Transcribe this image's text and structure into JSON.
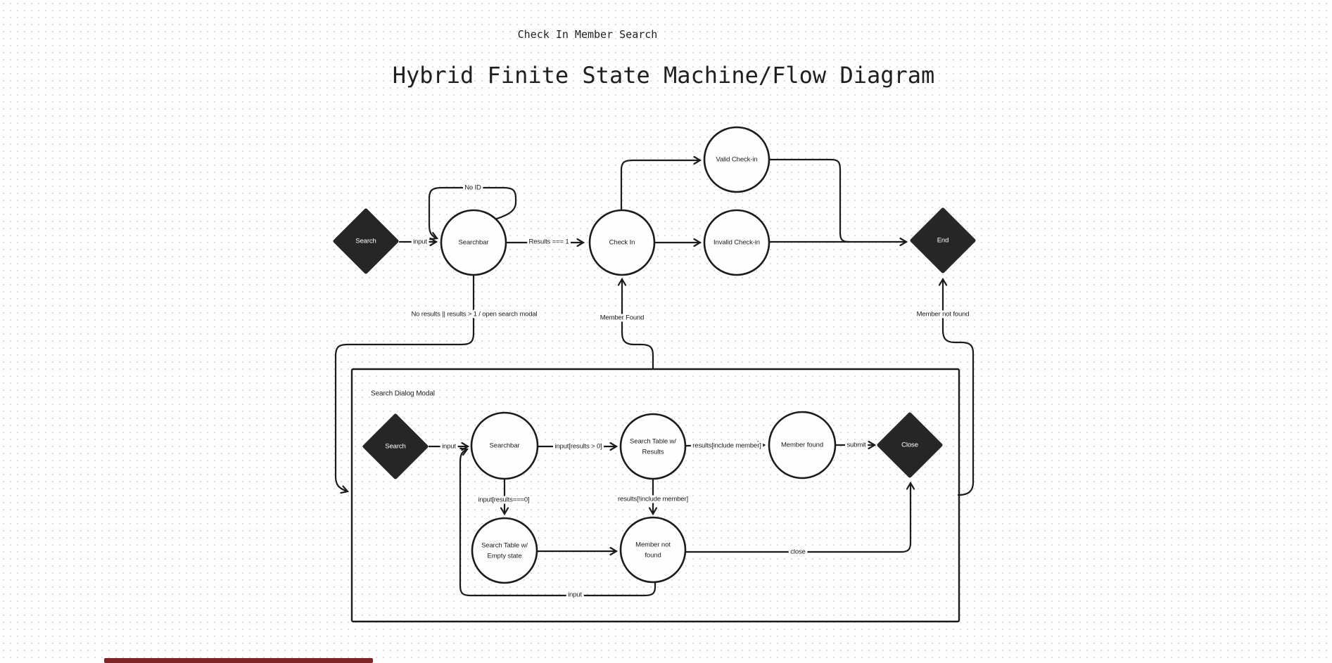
{
  "titles": {
    "header": "Check In Member Search",
    "subheader": "Hybrid Finite State Machine/Flow Diagram"
  },
  "main": {
    "nodes": {
      "start": "Search",
      "searchbar": "Searchbar",
      "check_in": "Check In",
      "valid": "Valid Check-in",
      "invalid": "Invalid Check-in",
      "end": "End"
    },
    "edges": {
      "input": "input",
      "no_id": "No ID",
      "results_one": "Results === 1",
      "member_found": "Member Found",
      "open_modal": "No results || results > 1 / open search modal",
      "member_not_found": "Member not found"
    }
  },
  "modal": {
    "title": "Search Dialog Modal",
    "nodes": {
      "start": "Search",
      "searchbar": "Searchbar",
      "table_results_1": "Search Table w/",
      "table_results_2": "Results",
      "member_found": "Member found",
      "close": "Close",
      "table_empty_1": "Search Table w/",
      "table_empty_2": "Empty state",
      "not_found_1": "Member not",
      "not_found_2": "found"
    },
    "edges": {
      "input": "input",
      "results_gt_zero": "input[results > 0]",
      "include_member": "results[include member]",
      "submit": "submit",
      "results_zero": "input[results===0]",
      "not_include_member": "results[!include member]",
      "input_loop": "input",
      "close": "close"
    }
  },
  "colors": {
    "canvas_bg": "#fefefe",
    "grid_dot": "#dcdcdc",
    "stroke": "#1b1b1b",
    "dark_node_fill": "#262626",
    "dark_node_text": "#ffffff",
    "bottom_bar": "#7c2629"
  }
}
